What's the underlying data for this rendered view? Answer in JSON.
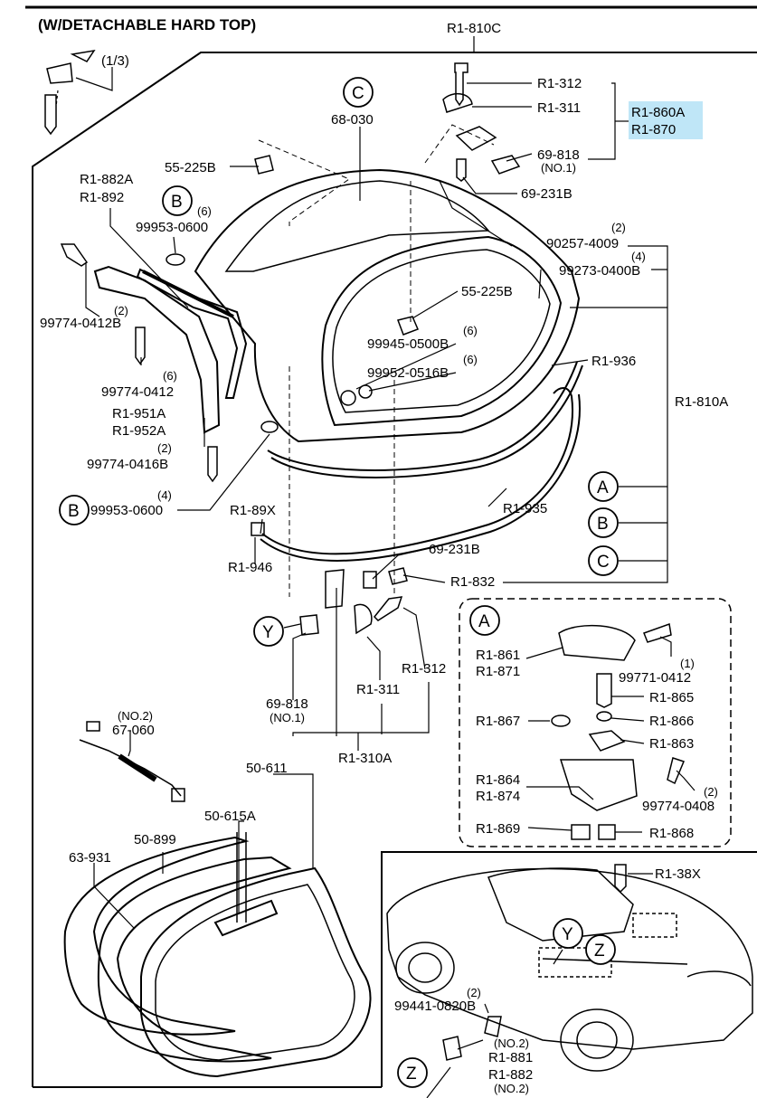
{
  "title": "(W/DETACHABLE HARD TOP)",
  "fastener_ratio": "(1/3)",
  "labels": {
    "r1_810c": "R1-810C",
    "r1_312_top": "R1-312",
    "r1_311_top": "R1-311",
    "r1_860a": "R1-860A",
    "r1_870": "R1-870",
    "p69_818_top": "69-818",
    "no1_top": "(NO.1)",
    "p69_231b_top": "69-231B",
    "c_top": "C",
    "p68_030": "68-030",
    "p55_225b_top": "55-225B",
    "r1_882a": "R1-882A",
    "r1_892": "R1-892",
    "b_left": "B",
    "qty6_a": "(6)",
    "p99953_0600_a": "99953-0600",
    "qty2_a": "(2)",
    "p90257_4009": "90257-4009",
    "qty4_a": "(4)",
    "p99273_0400b": "99273-0400B",
    "p55_225b_mid": "55-225B",
    "qty2_b": "(2)",
    "p99774_0412b": "99774-0412B",
    "qty6_b": "(6)",
    "p99945_0500b": "99945-0500B",
    "qty6_c": "(6)",
    "p99952_0516b": "99952-0516B",
    "r1_936": "R1-936",
    "qty6_d": "(6)",
    "p99774_0412": "99774-0412",
    "r1_810a": "R1-810A",
    "r1_951a": "R1-951A",
    "r1_952a": "R1-952A",
    "qty2_c": "(2)",
    "p99774_0416b": "99774-0416B",
    "a_right": "A",
    "b_bottom": "B",
    "qty4_b": "(4)",
    "p99953_0600_b": "99953-0600",
    "r1_935": "R1-935",
    "b_right": "B",
    "r1_89x": "R1-89X",
    "c_right": "C",
    "r1_946": "R1-946",
    "p69_231b_mid": "69-231B",
    "r1_832": "R1-832",
    "y_mid": "Y",
    "r1_312_mid": "R1-312",
    "r1_311_mid": "R1-311",
    "p69_818_mid": "69-818",
    "no1_mid": "(NO.1)",
    "r1_310a": "R1-310A",
    "a_inset": "A",
    "r1_861": "R1-861",
    "r1_871": "R1-871",
    "qty1": "(1)",
    "p99771_0412": "99771-0412",
    "r1_865": "R1-865",
    "r1_867": "R1-867",
    "r1_866": "R1-866",
    "r1_863": "R1-863",
    "r1_864": "R1-864",
    "r1_874": "R1-874",
    "qty2_d": "(2)",
    "p99774_0408": "99774-0408",
    "r1_869": "R1-869",
    "r1_868": "R1-868",
    "no2_cable": "(NO.2)",
    "p67_060": "67-060",
    "p50_611": "50-611",
    "p50_615a": "50-615A",
    "p50_899": "50-899",
    "p63_931": "63-931",
    "r1_38x": "R1-38X",
    "y_car": "Y",
    "z_car": "Z",
    "qty2_e": "(2)",
    "p99441_0820b": "99441-0820B",
    "no2_b": "(NO.2)",
    "r1_881": "R1-881",
    "r1_882": "R1-882",
    "no2_c": "(NO.2)",
    "z_bottom": "Z"
  },
  "colors": {
    "highlight": "#bfe6f7",
    "ink": "#000000",
    "background": "#ffffff"
  }
}
